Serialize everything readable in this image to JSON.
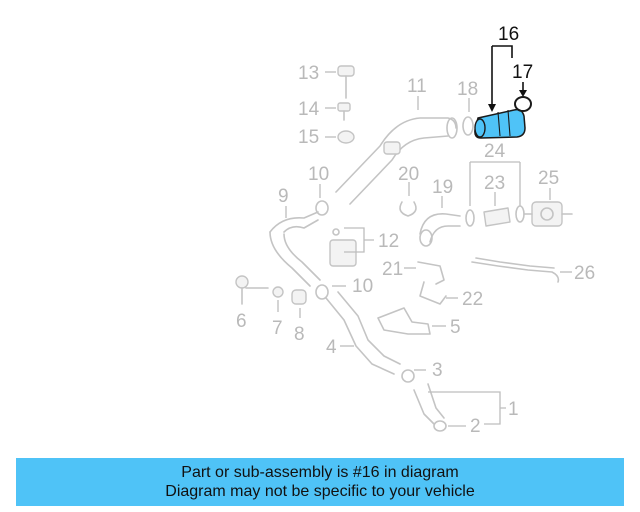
{
  "callouts": {
    "c1": "1",
    "c2": "2",
    "c3": "3",
    "c4": "4",
    "c5": "5",
    "c6": "6",
    "c7": "7",
    "c8": "8",
    "c9": "9",
    "c10a": "10",
    "c10b": "10",
    "c11": "11",
    "c12": "12",
    "c13": "13",
    "c14": "14",
    "c15": "15",
    "c16": "16",
    "c17": "17",
    "c18": "18",
    "c19": "19",
    "c20": "20",
    "c21": "21",
    "c22": "22",
    "c23": "23",
    "c24": "24",
    "c25": "25",
    "c26": "26"
  },
  "highlight": {
    "part": "16",
    "color": "#4fc3f7"
  },
  "banner": {
    "color": "#4fc3f7",
    "line1": "Part or sub-assembly is #16 in diagram",
    "line2": "Diagram may not be specific to your vehicle"
  }
}
